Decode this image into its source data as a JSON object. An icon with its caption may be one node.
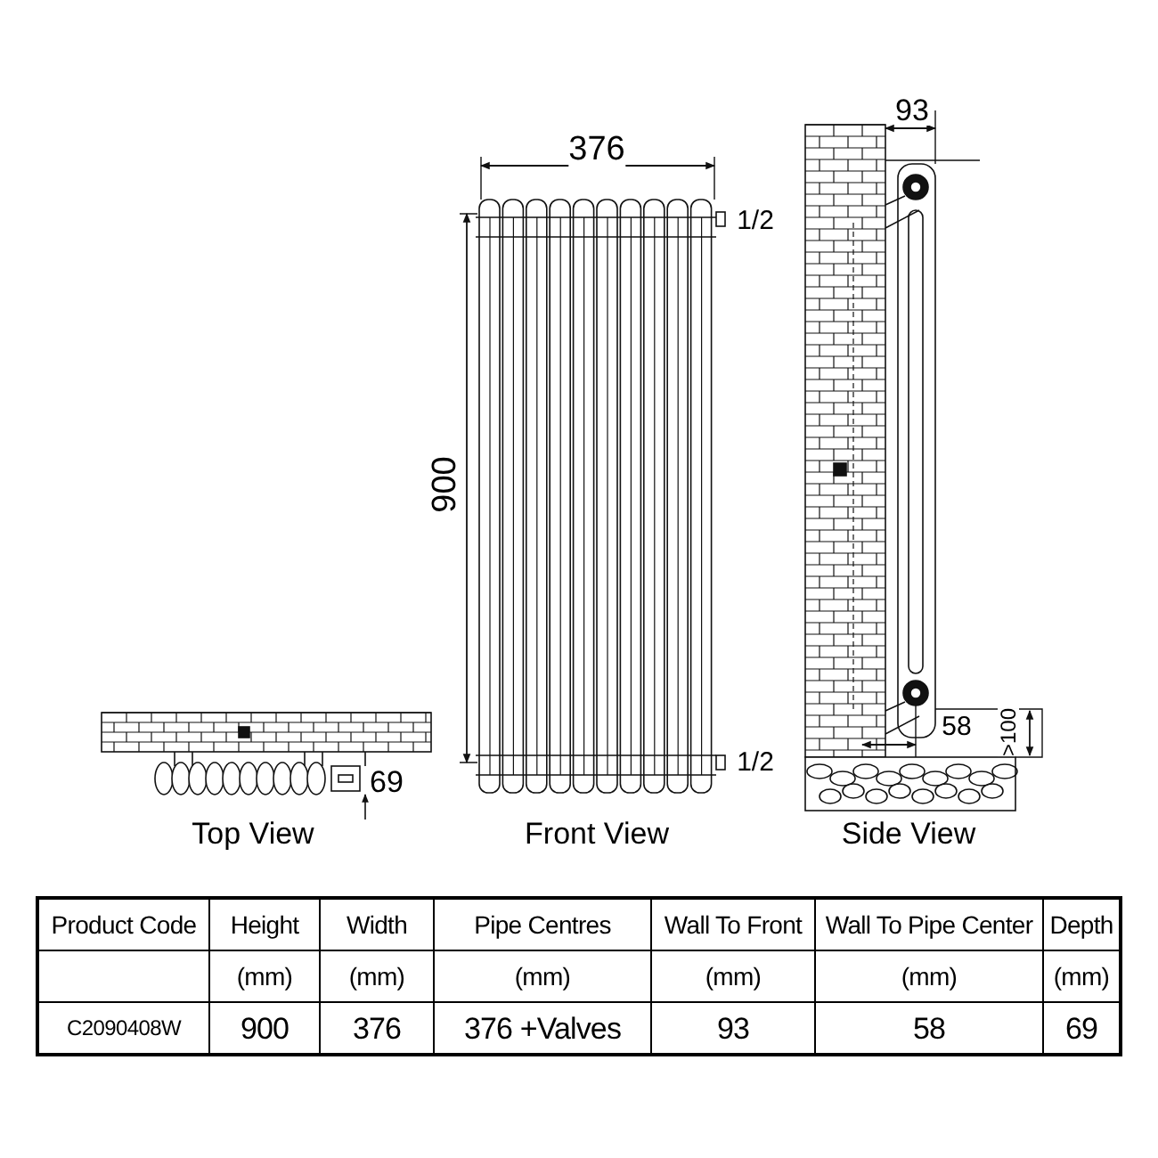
{
  "diagram": {
    "labels": [
      "376",
      "1/2",
      "900",
      "1/2",
      "93",
      "58",
      ">100",
      "69",
      "Top View",
      "Front View",
      "Side View",
      "Product Code",
      "Height",
      "Width",
      "Pipe Centres",
      "Wall To Front",
      "Wall To Pipe Center",
      "Depth",
      "(mm)",
      "(mm)",
      "(mm)",
      "(mm)",
      "(mm)",
      "(mm)",
      "C2090408W",
      "900",
      "376",
      "376 +Valves",
      "93",
      "58",
      "69"
    ]
  }
}
